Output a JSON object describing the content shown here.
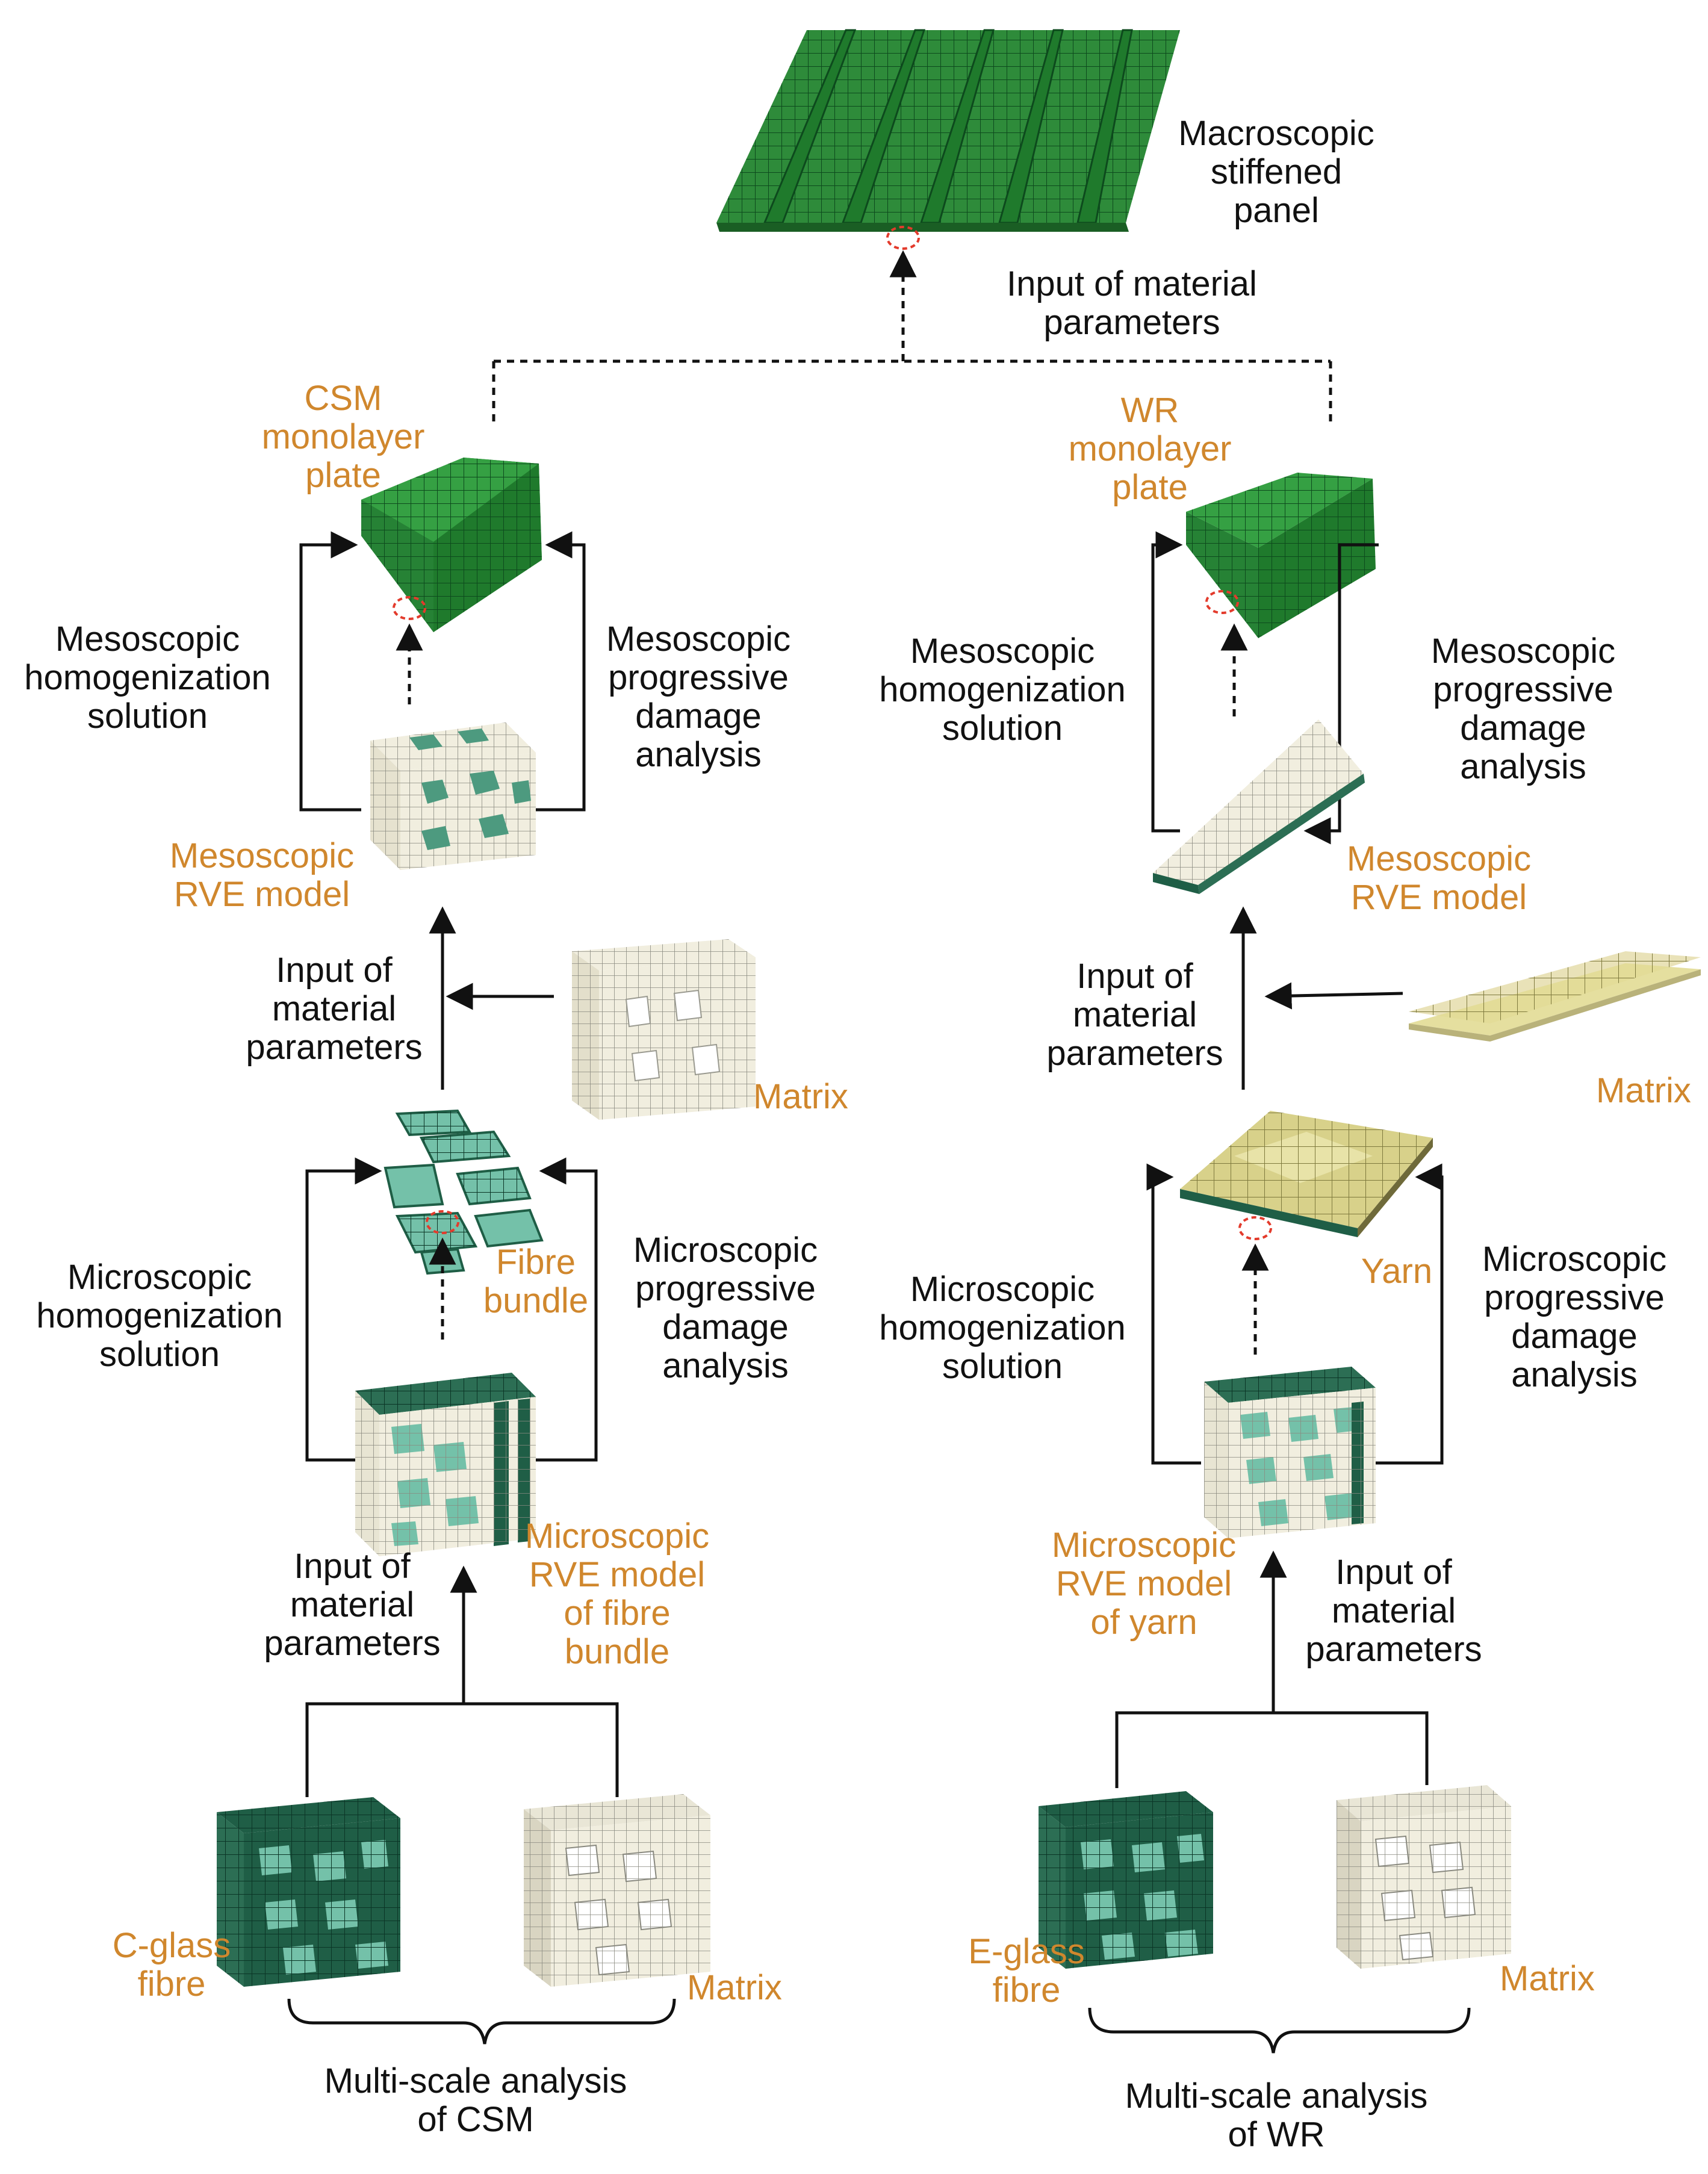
{
  "top": {
    "panel_label": "Macroscopic\nstiffened\npanel",
    "input_label": "Input of material\nparameters"
  },
  "csm": {
    "plate_label": "CSM\nmonolayer\nplate",
    "meso_homog": "Mesoscopic\nhomogenization\nsolution",
    "meso_damage": "Mesoscopic\nprogressive\ndamage\nanalysis",
    "meso_rve": "Mesoscopic\nRVE model",
    "input_meso": "Input of\nmaterial\nparameters",
    "matrix_meso": "Matrix",
    "fibre_bundle": "Fibre\nbundle",
    "micro_homog": "Microscopic\nhomogenization\nsolution",
    "micro_damage": "Microscopic\nprogressive\ndamage\nanalysis",
    "micro_rve": "Microscopic\nRVE model\nof fibre\nbundle",
    "input_micro": "Input of\nmaterial\nparameters",
    "fibre": "C-glass\nfibre",
    "matrix": "Matrix",
    "caption": "Multi-scale analysis\nof CSM"
  },
  "wr": {
    "plate_label": "WR\nmonolayer\nplate",
    "meso_homog": "Mesoscopic\nhomogenization\nsolution",
    "meso_damage": "Mesoscopic\nprogressive\ndamage\nanalysis",
    "meso_rve": "Mesoscopic\nRVE model",
    "input_meso": "Input of\nmaterial\nparameters",
    "matrix_meso": "Matrix",
    "yarn": "Yarn",
    "micro_homog": "Microscopic\nhomogenization\nsolution",
    "micro_damage": "Microscopic\nprogressive\ndamage\nanalysis",
    "micro_rve": "Microscopic\nRVE model\nof yarn",
    "input_micro": "Input of\nmaterial\nparameters",
    "fibre": "E-glass\nfibre",
    "matrix": "Matrix",
    "caption": "Multi-scale analysis\nof WR"
  },
  "colors": {
    "panel_green": "#2e8b3a",
    "dark_green": "#1f5e46",
    "teal": "#74c1a9",
    "cream": "#f1eedf",
    "yarn_yellow": "#e2dc95",
    "label_orange": "#d0872d",
    "text_black": "#111111"
  }
}
